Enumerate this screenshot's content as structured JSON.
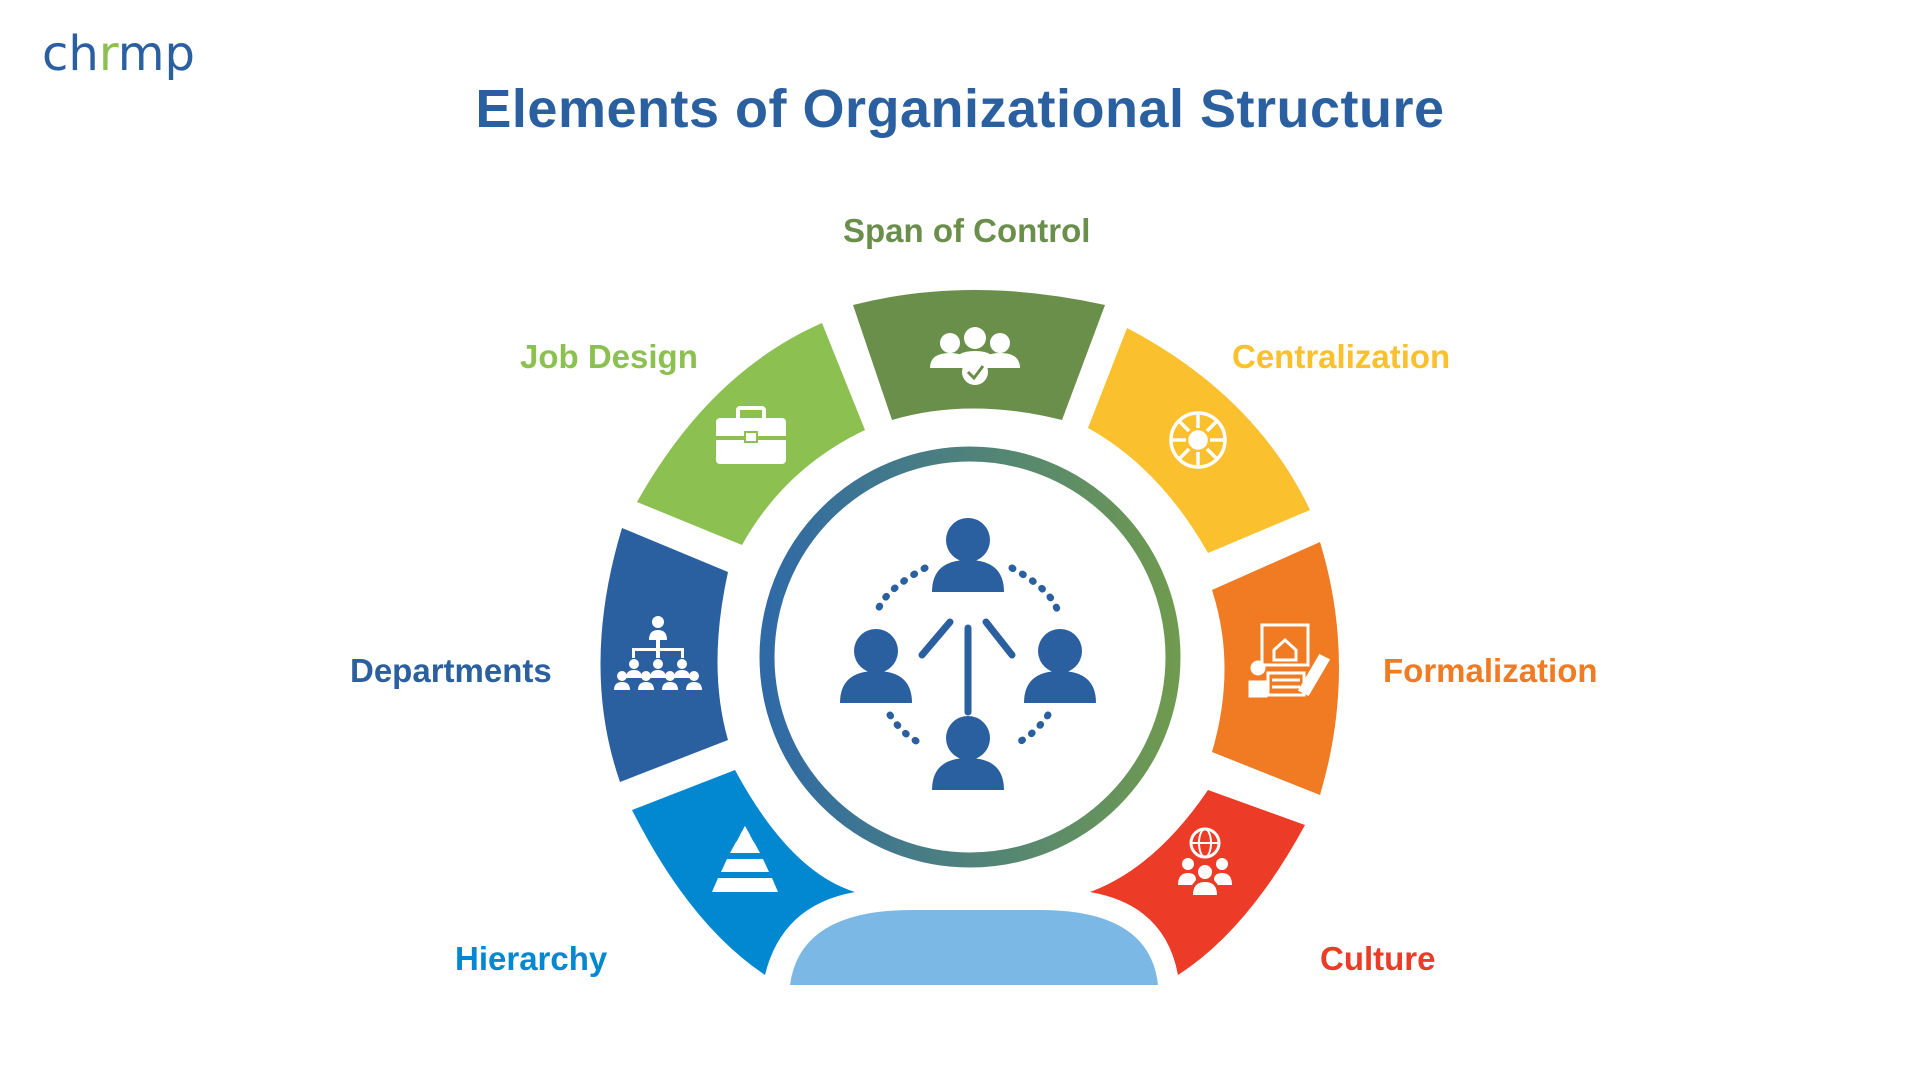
{
  "logo": {
    "part_a": "ch",
    "part_b": "r",
    "part_c": "mp"
  },
  "title": "Elements of Organizational Structure",
  "elements": [
    {
      "label": "Span of Control",
      "color": "#6a8f4a",
      "icon": "team-check-icon"
    },
    {
      "label": "Centralization",
      "color": "#fbc02d",
      "icon": "hub-icon"
    },
    {
      "label": "Formalization",
      "color": "#f07b22",
      "icon": "document-stamp-icon"
    },
    {
      "label": "Culture",
      "color": "#ec3b26",
      "icon": "global-people-icon"
    },
    {
      "label": "Hierarchy",
      "color": "#0288d1",
      "icon": "pyramid-icon"
    },
    {
      "label": "Departments",
      "color": "#2a5fa0",
      "icon": "org-chart-icon"
    },
    {
      "label": "Job Design",
      "color": "#8cc152",
      "icon": "briefcase-icon"
    }
  ],
  "center": {
    "icon": "network-people-icon",
    "color": "#2a5fa0"
  },
  "base_color": "#7cb8e6"
}
